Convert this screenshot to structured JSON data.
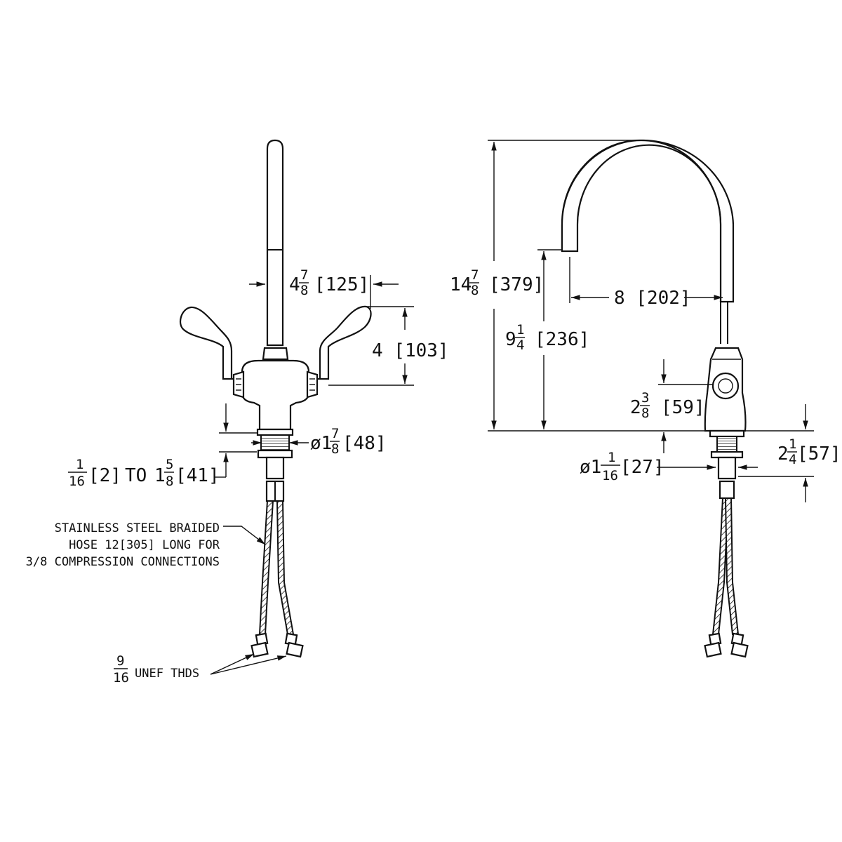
{
  "front_view": {
    "handle_spacing": {
      "whole": "4",
      "num": "7",
      "den": "8",
      "metric": "[125]"
    },
    "handle_height": {
      "text": "4 [103]"
    },
    "shank_dia": {
      "prefix": "ø1",
      "num": "7",
      "den": "8",
      "metric": "[48]"
    },
    "mount_range": {
      "num1": "1",
      "den1": "16",
      "metric1": "[2]",
      "to": "TO",
      "whole2": "1",
      "num2": "5",
      "den2": "8",
      "metric2": "[41]"
    },
    "hose_note": [
      "STAINLESS STEEL BRAIDED",
      "HOSE 12[305] LONG FOR",
      "3/8 COMPRESSION CONNECTIONS"
    ],
    "thread_note": {
      "num": "9",
      "den": "16",
      "text": "UNEF THDS"
    }
  },
  "side_view": {
    "overall_height": {
      "whole": "14",
      "num": "7",
      "den": "8",
      "metric": "[379]"
    },
    "spout_height": {
      "whole": "9",
      "num": "1",
      "den": "4",
      "metric": "[236]"
    },
    "spout_reach": {
      "text": "8 [202]"
    },
    "handle_offset": {
      "whole": "2",
      "num": "3",
      "den": "8",
      "metric": "[59]"
    },
    "shank_dia": {
      "prefix": "ø1",
      "num": "1",
      "den": "16",
      "metric": "[27]"
    },
    "shank_length": {
      "whole": "2",
      "num": "1",
      "den": "4",
      "metric": "[57]"
    }
  }
}
